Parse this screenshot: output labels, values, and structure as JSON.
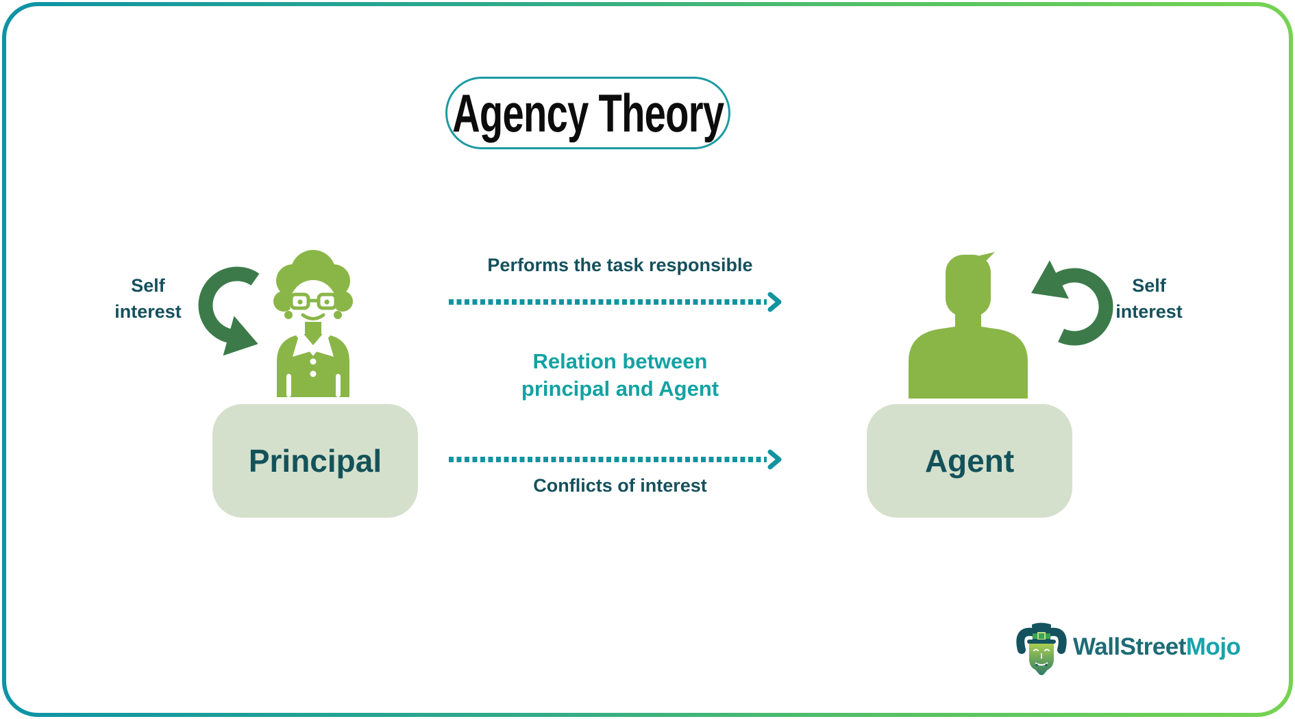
{
  "title": "Agency Theory",
  "left": {
    "self_interest_line1": "Self",
    "self_interest_line2": "interest",
    "box_label": "Principal",
    "icon": "principal-person-icon",
    "arrow_icon": "self-interest-cycle-arrow"
  },
  "right": {
    "self_interest_line1": "Self",
    "self_interest_line2": "interest",
    "box_label": "Agent",
    "icon": "agent-person-icon",
    "arrow_icon": "self-interest-cycle-arrow"
  },
  "center": {
    "top_arrow_label": "Performs the task responsible",
    "relation_line1": "Relation between",
    "relation_line2": "principal and Agent",
    "bottom_arrow_label": "Conflicts of interest"
  },
  "footer": {
    "brand_primary": "WallStreet",
    "brand_accent": "Mojo",
    "logo_icon": "wallstreetmojo-bull-icon"
  },
  "colors": {
    "frame_gradient_start": "#0E93A6",
    "frame_gradient_end": "#76D351",
    "title_capsule_border": "#1C9AA2",
    "dark_teal_text": "#15505C",
    "teal_relation_text": "#13A2A2",
    "dotted_arrow": "#1193A0",
    "label_box_bg": "#D5E0CC",
    "label_box_text": "#14525A",
    "person_green": "#8AB648",
    "curved_arrow_green": "#3C7B49",
    "brand_dark_teal": "#1D6B75",
    "brand_bright_teal": "#17A3AC"
  }
}
